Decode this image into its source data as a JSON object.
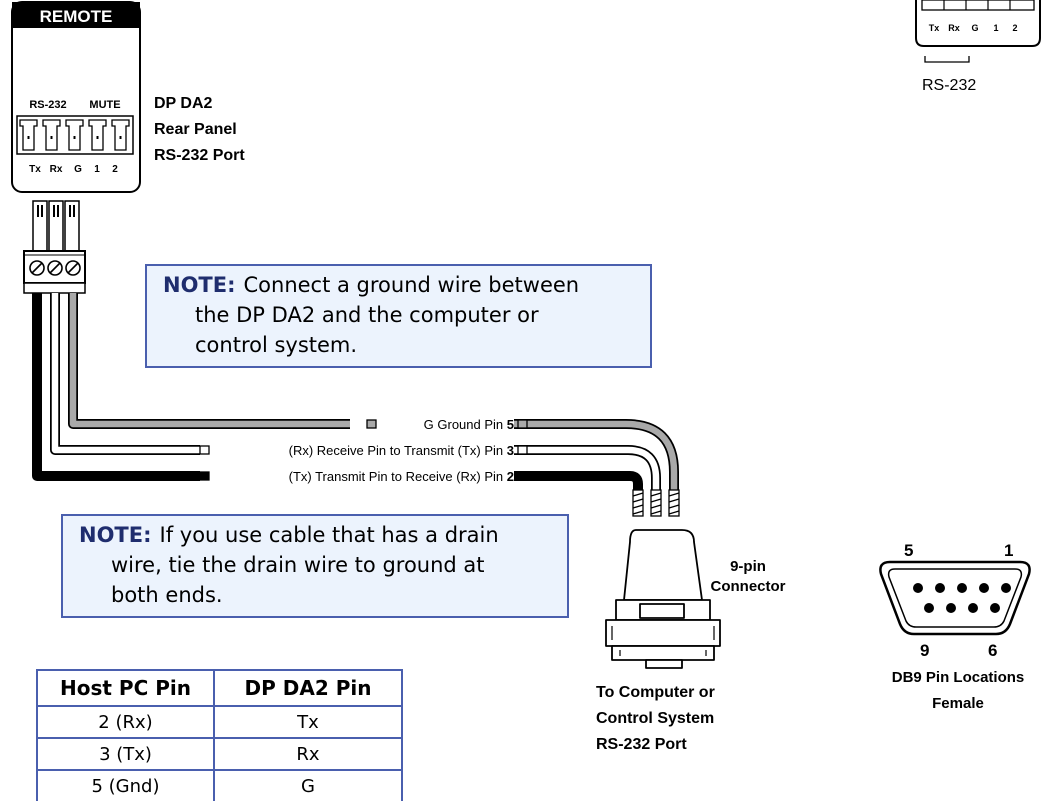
{
  "device": {
    "remote_label": "REMOTE",
    "rs232_label": "RS-232",
    "mute_label": "MUTE",
    "pin_labels": [
      "Tx",
      "Rx",
      "G",
      "1",
      "2"
    ],
    "title_lines": [
      "DP DA2",
      "Rear Panel",
      "RS-232 Port"
    ]
  },
  "inset": {
    "pin_labels": [
      "Tx",
      "Rx",
      "G",
      "1",
      "2"
    ],
    "caption": "RS-232"
  },
  "notes": {
    "ground": {
      "keyword": "NOTE:",
      "lines": [
        "Connect a ground wire between",
        "the DP DA2 and the computer or",
        "control system."
      ]
    },
    "drain": {
      "keyword": "NOTE:",
      "lines": [
        "If you use cable that has a drain",
        "wire, tie the drain wire to ground at",
        "both ends."
      ]
    }
  },
  "wires": {
    "ground": {
      "text": "G Ground  Pin ",
      "pin": "5"
    },
    "receive": {
      "text": "(Rx) Receive Pin to Transmit (Tx) Pin ",
      "pin": "3"
    },
    "transmit": {
      "text": "(Tx) Transmit Pin to Receive (Rx) Pin ",
      "pin": "2"
    }
  },
  "connector": {
    "label_lines": [
      "9-pin",
      "Connector"
    ],
    "caption_lines": [
      "To Computer or",
      "Control System",
      "RS-232 Port"
    ]
  },
  "db9": {
    "pin_top_left": "5",
    "pin_top_right": "1",
    "pin_bottom_left": "9",
    "pin_bottom_right": "6",
    "caption_lines": [
      "DB9 Pin Locations",
      "Female"
    ]
  },
  "table": {
    "headers": [
      "Host PC Pin",
      "DP DA2 Pin"
    ],
    "rows": [
      [
        "2 (Rx)",
        "Tx"
      ],
      [
        "3 (Tx)",
        "Rx"
      ],
      [
        "5 (Gnd)",
        "G"
      ]
    ]
  },
  "colors": {
    "note_border": "#4a5fae",
    "note_fill": "#ecf3fd",
    "note_keyword": "#1f2d6e",
    "ground_wire": "#a9a9a9",
    "receive_wire": "#ffffff",
    "transmit_wire": "#000000"
  }
}
